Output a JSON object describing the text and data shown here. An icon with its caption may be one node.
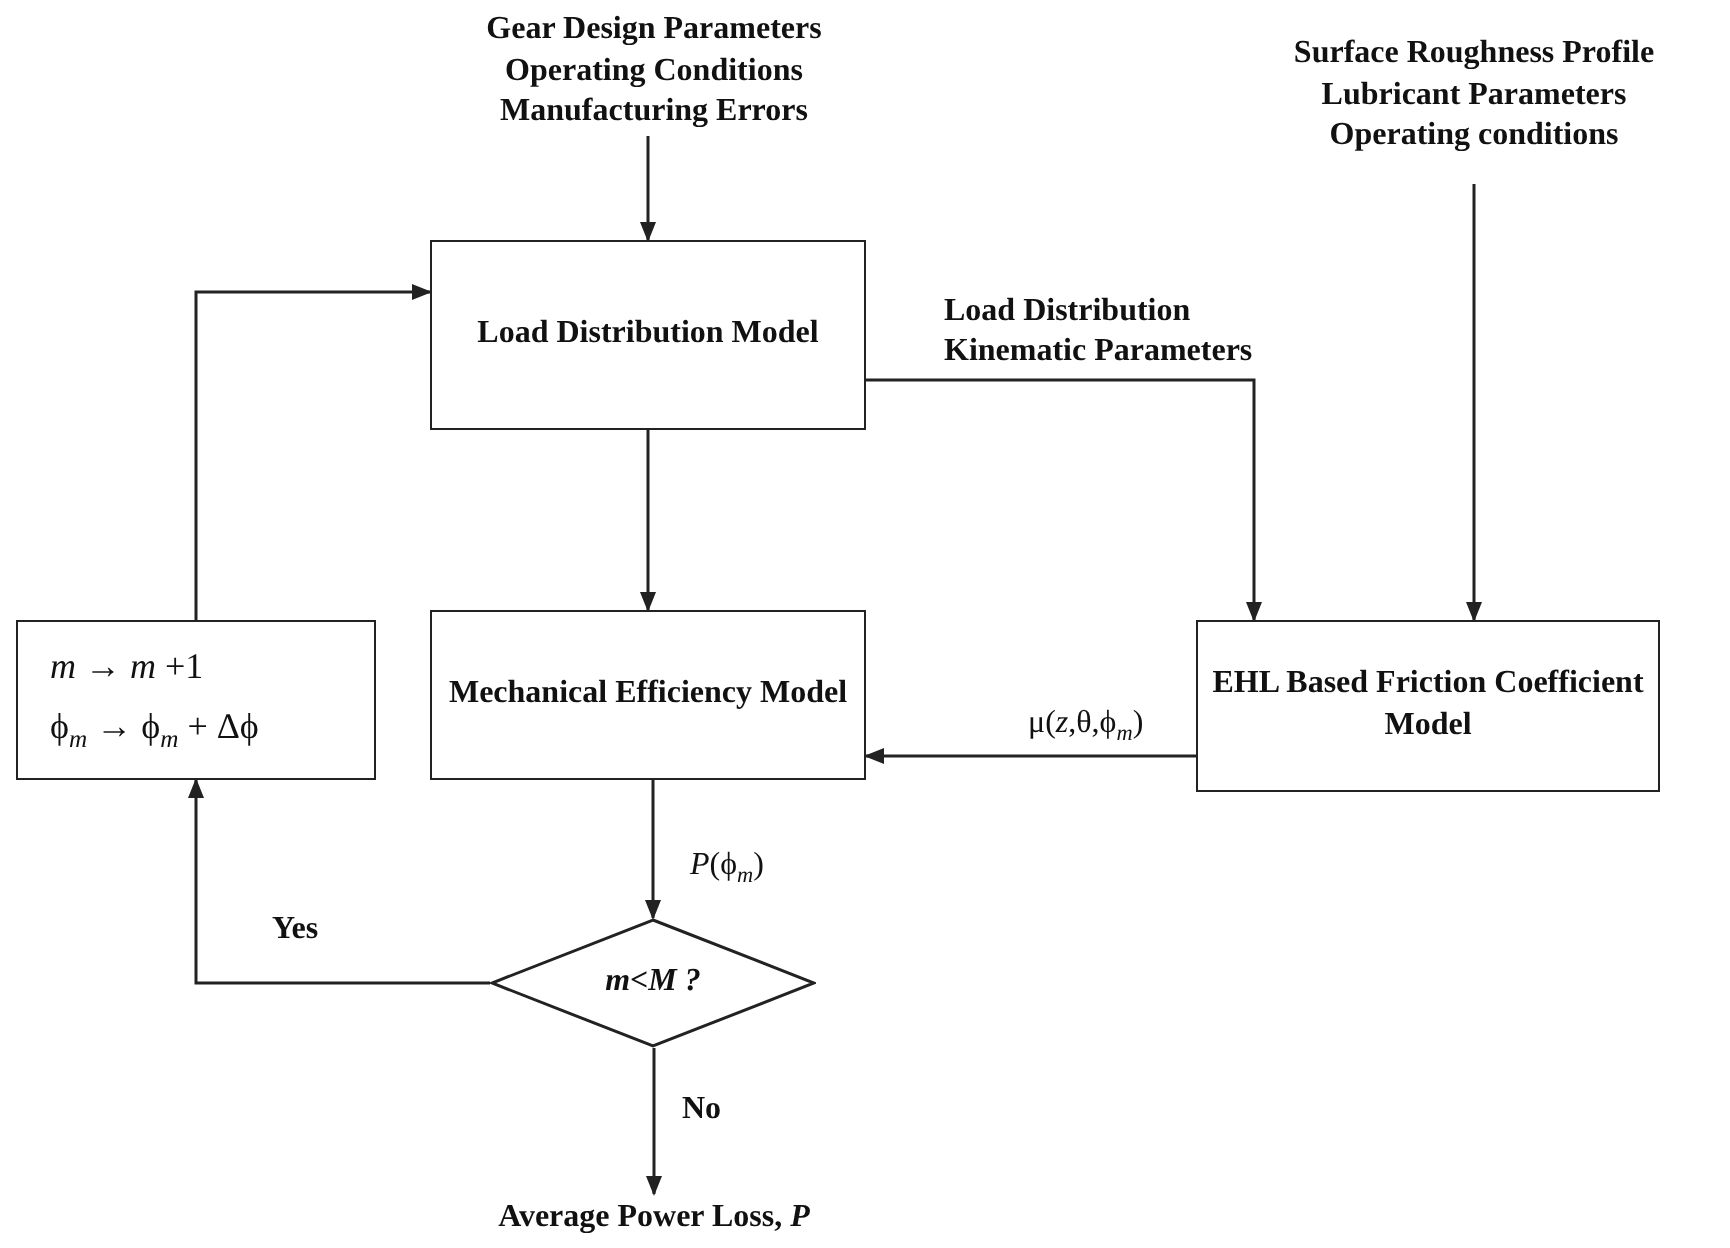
{
  "diagram": {
    "nodes": [
      {
        "text": [
          "Gear Design Parameters Operating Conditions Manufacturing Errors"
        ]
      },
      {
        "text": [
          "Surface Roughness Profile Lubricant Parameters Operating conditions"
        ]
      },
      {
        "text": [
          "Load Distribution Model"
        ]
      },
      {
        "text": [
          "Mechanical Efficiency Model"
        ]
      },
      {
        "text": [
          "EHL Based Friction Coefficient Model"
        ]
      },
      {
        "text": [
          "*m* → *m* +1",
          "ϕ$_{m}$ → ϕ$_{m}$ + Δϕ"
        ]
      },
      {
        "text": [
          "m<M ?"
        ]
      },
      {
        "text": [
          "Average Power Loss,  *P*"
        ]
      }
    ],
    "edges": [
      {
        "from": 0,
        "to": 2,
        "arrow": "to"
      },
      {
        "from": 2,
        "to": 4,
        "arrow": "to",
        "label": "Load Distribution Kinematic Parameters"
      },
      {
        "from": 1,
        "to": 4,
        "arrow": "to"
      },
      {
        "from": 2,
        "to": 3,
        "arrow": "to"
      },
      {
        "from": 4,
        "to": 3,
        "arrow": "to",
        "label": "μ(*z*,θ,ϕ$_{m}$)"
      },
      {
        "from": 3,
        "to": 6,
        "arrow": "to",
        "label": "*P*(ϕ$_{m}$)"
      },
      {
        "from": 6,
        "to": 5,
        "arrow": "to",
        "label": "Yes"
      },
      {
        "from": 5,
        "to": 2,
        "arrow": "to"
      },
      {
        "from": 6,
        "to": 7,
        "arrow": "to",
        "label": "No"
      }
    ]
  }
}
